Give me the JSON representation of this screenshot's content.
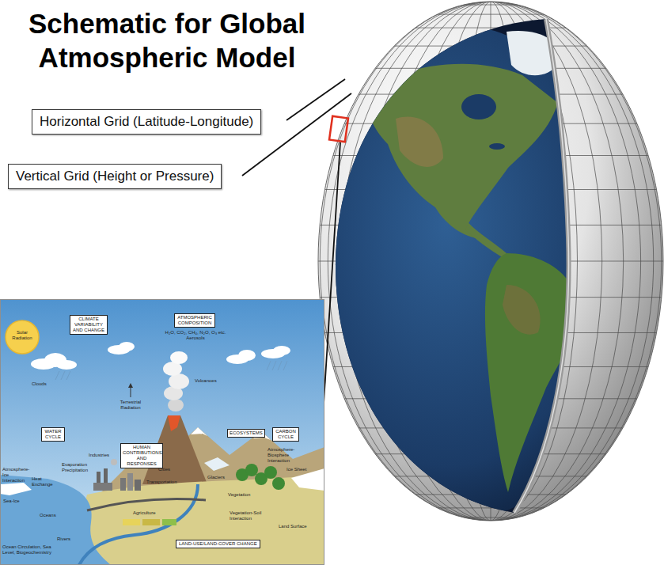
{
  "diagram": {
    "title": "Schematic for Global Atmospheric Model",
    "nodes": [
      {
        "text": [
          "Horizontal Grid (Latitude-Longitude)"
        ]
      },
      {
        "text": [
          "Vertical Grid (Height or Pressure)"
        ]
      },
      {
        "text": [
          "CLIMATE VARIABILITY AND CHANGE"
        ]
      },
      {
        "text": [
          "ATMOSPHERIC COMPOSITION"
        ]
      },
      {
        "text": [
          "WATER CYCLE"
        ]
      },
      {
        "text": [
          "HUMAN CONTRIBUTIONS AND RESPONSES"
        ]
      },
      {
        "text": [
          "ECOSYSTEMS"
        ]
      },
      {
        "text": [
          "CARBON CYCLE"
        ]
      },
      {
        "text": [
          "LAND-USE/LAND-COVER CHANGE"
        ]
      }
    ],
    "labels": [
      "Solar Radiation",
      "H₂O, CO₂, CH₄, N₂O, O₃ etc. Aerosols",
      "Clouds",
      "Volcanoes",
      "Terrestrial Radiation",
      "Atmosphere-Biosphere Interaction",
      "Evaporation Precipitation",
      "Industries",
      "Atmosphere-Ice Interaction",
      "Heat Exchange",
      "Cities",
      "Glaciers",
      "Ice Sheet",
      "Transportation",
      "Vegetation",
      "Sea-Ice",
      "Oceans",
      "Agriculture",
      "Vegetation-Soil Interaction",
      "Land Surface",
      "Rivers",
      "Ocean Circulation, Sea Level, Biogeochemistry"
    ]
  }
}
